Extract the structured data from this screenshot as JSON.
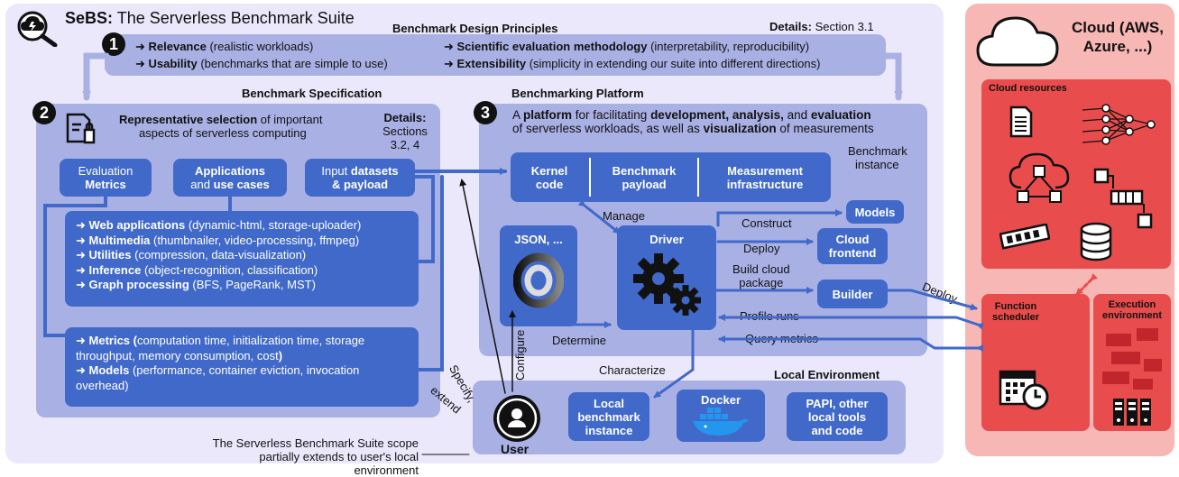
{
  "header": {
    "brand": "SeBS:",
    "subtitle": "The Serverless Benchmark Suite"
  },
  "principles": {
    "title": "Benchmark Design Principles",
    "details_label": "Details:",
    "details_value": "Section 3.1",
    "number": "1",
    "items": [
      {
        "bold": "Relevance",
        "rest": "(realistic workloads)"
      },
      {
        "bold": "Usability",
        "rest": "(benchmarks that are simple to use)"
      },
      {
        "bold": "Scientific evaluation methodology",
        "rest": "(interpretability, reproducibility)"
      },
      {
        "bold": "Extensibility",
        "rest": "(simplicity in extending our suite into different directions)"
      }
    ]
  },
  "spec": {
    "title": "Benchmark Specification",
    "number": "2",
    "desc_bold": "Representative selection",
    "desc_rest1": " of important",
    "desc_rest2": "aspects of serverless computing",
    "details_label": "Details:",
    "details_line1": "Sections",
    "details_line2": "3.2, 4",
    "eval_line1": "Evaluation",
    "eval_line2": "Metrics",
    "apps_line1": "Applications",
    "apps_line2a": "and ",
    "apps_line2b": "use cases",
    "input_line1a": "Input ",
    "input_line1b": "datasets",
    "input_line2": "& payload",
    "apps": [
      {
        "bold": "Web applications",
        "rest": "(dynamic-html, storage-uploader)"
      },
      {
        "bold": "Multimedia",
        "rest": "(thumbnailer, video-processing, ffmpeg)"
      },
      {
        "bold": "Utilities",
        "rest": "(compression, data-visualization)"
      },
      {
        "bold": "Inference",
        "rest": "(object-recognition, classification)"
      },
      {
        "bold": "Graph processing",
        "rest": "(BFS, PageRank, MST)"
      }
    ],
    "metrics_bold": "Metrics (",
    "metrics_rest": "computation time, initialization time, storage throughput, memory consumption, cost",
    "metrics_close": ")",
    "models_bold": "Models",
    "models_rest": "(performance, container eviction, invocation overhead)"
  },
  "platform": {
    "title": "Benchmarking Platform",
    "number": "3",
    "desc_a": "A ",
    "desc_b": "platform",
    "desc_c": " for facilitating ",
    "desc_d": "development, analysis,",
    "desc_e": " and ",
    "desc_f": "evaluation",
    "desc2_a": "of serverless workloads, as well as ",
    "desc2_b": "visualization",
    "desc2_c": " of measurements",
    "instance_label1": "Benchmark",
    "instance_label2": "instance",
    "kernel1": "Kernel",
    "kernel2": "code",
    "payload1": "Benchmark",
    "payload2": "payload",
    "measure1": "Measurement",
    "measure2": "infrastructure",
    "json_label": "JSON, ...",
    "driver_label": "Driver",
    "models_label": "Models",
    "cloud_frontend1": "Cloud",
    "cloud_frontend2": "frontend",
    "builder_label": "Builder",
    "manage": "Manage",
    "construct": "Construct",
    "deploy": "Deploy",
    "build1": "Build cloud",
    "build2": "package",
    "profile": "Profile runs",
    "query": "Query metrics",
    "determine": "Determine",
    "characterize": "Characterize",
    "deploy2": "Deploy"
  },
  "local": {
    "title": "Local Environment",
    "local_box1": "Local",
    "local_box2": "benchmark",
    "local_box3": "instance",
    "docker": "Docker",
    "papi1": "PAPI, other",
    "papi2": "local tools",
    "papi3": "and code",
    "user": "User",
    "specify": "Specify,",
    "extend": "extend",
    "configure": "Configure"
  },
  "scope_note1": "The Serverless Benchmark Suite scope",
  "scope_note2": "partially extends to user's local environment",
  "cloud": {
    "title1": "Cloud (AWS,",
    "title2": "Azure, ...)",
    "resources": "Cloud resources",
    "scheduler1": "Function",
    "scheduler2": "scheduler",
    "exec1": "Execution",
    "exec2": "environment"
  },
  "colors": {
    "blue": "#4169c9",
    "panel": "#a9b0e4",
    "bg": "#ece8fb",
    "cloud_bg": "#f7b8b5",
    "red": "#e94c4c"
  }
}
